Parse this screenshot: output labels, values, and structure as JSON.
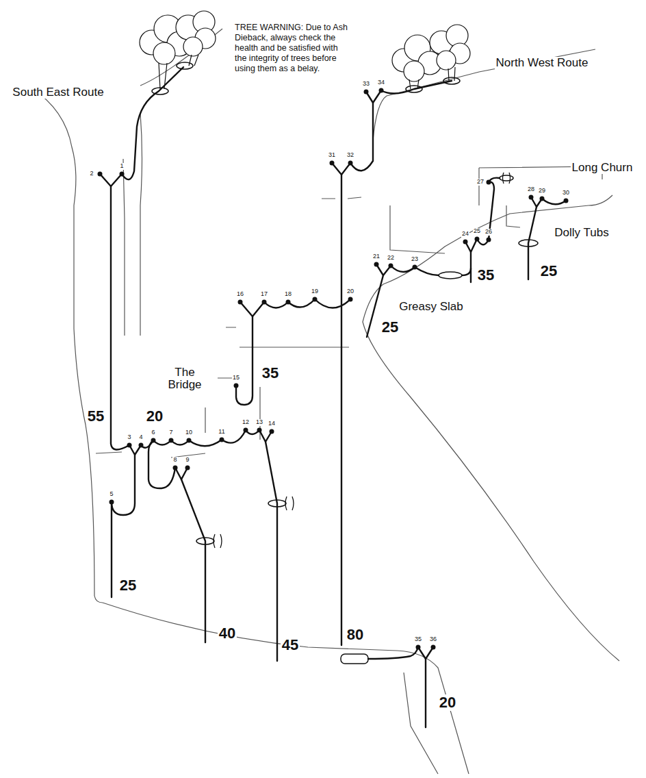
{
  "diagram": {
    "labels": [
      "TREE WARNING: Due to Ash Dieback, always check the health and be satisfied with the integrity of trees before using them as a belay.",
      "South East Route",
      "North West Route",
      "Long Churn",
      "Dolly Tubs",
      "Greasy Slab",
      "The Bridge",
      "55",
      "20",
      "35",
      "25",
      "40",
      "45",
      "80",
      "25",
      "35",
      "25",
      "20",
      "1",
      "2",
      "3",
      "4",
      "5",
      "6",
      "7",
      "8",
      "9",
      "10",
      "11",
      "12",
      "13",
      "14",
      "15",
      "16",
      "17",
      "18",
      "19",
      "20",
      "21",
      "22",
      "23",
      "24",
      "25",
      "26",
      "27",
      "28",
      "29",
      "30",
      "31",
      "32",
      "33",
      "34",
      "35",
      "36"
    ]
  }
}
